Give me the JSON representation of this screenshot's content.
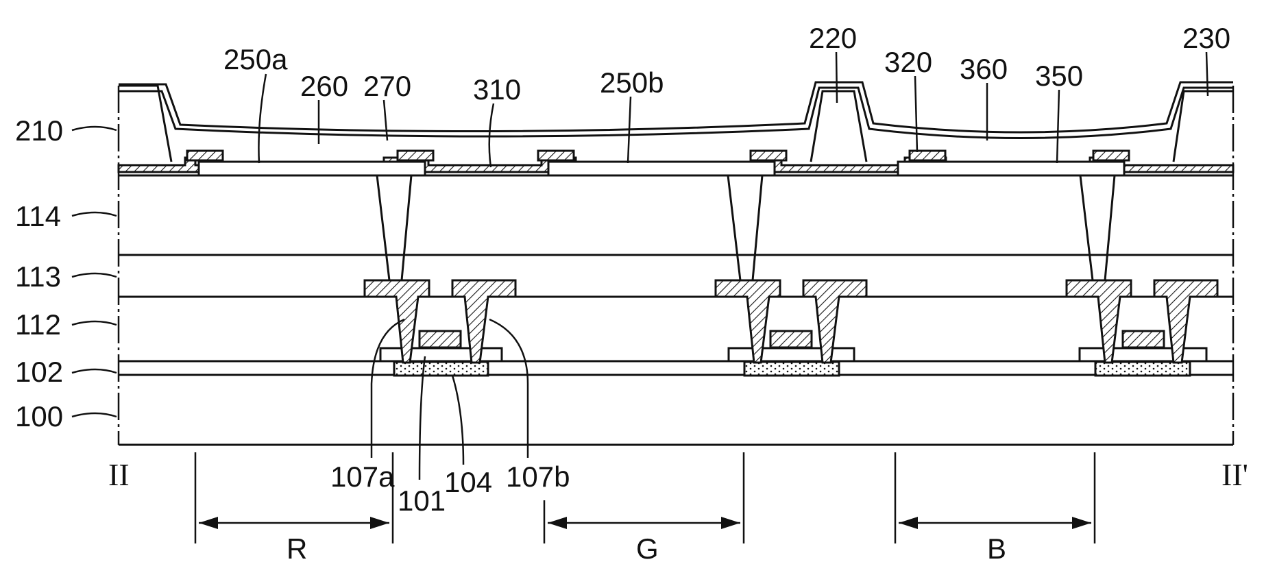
{
  "figure": {
    "layer_labels": {
      "l210": "210",
      "l114": "114",
      "l113": "113",
      "l112": "112",
      "l102": "102",
      "l100": "100"
    },
    "top_labels": {
      "l250a": "250a",
      "l260": "260",
      "l270": "270",
      "l310": "310",
      "l250b": "250b",
      "l220": "220",
      "l320": "320",
      "l360": "360",
      "l350": "350",
      "l230": "230"
    },
    "bottom_labels": {
      "l107a": "107a",
      "l101": "101",
      "l104": "104",
      "l107b": "107b"
    },
    "section_marks": {
      "left": "II",
      "right": "II'"
    },
    "regions": {
      "r": "R",
      "g": "G",
      "b": "B"
    }
  }
}
